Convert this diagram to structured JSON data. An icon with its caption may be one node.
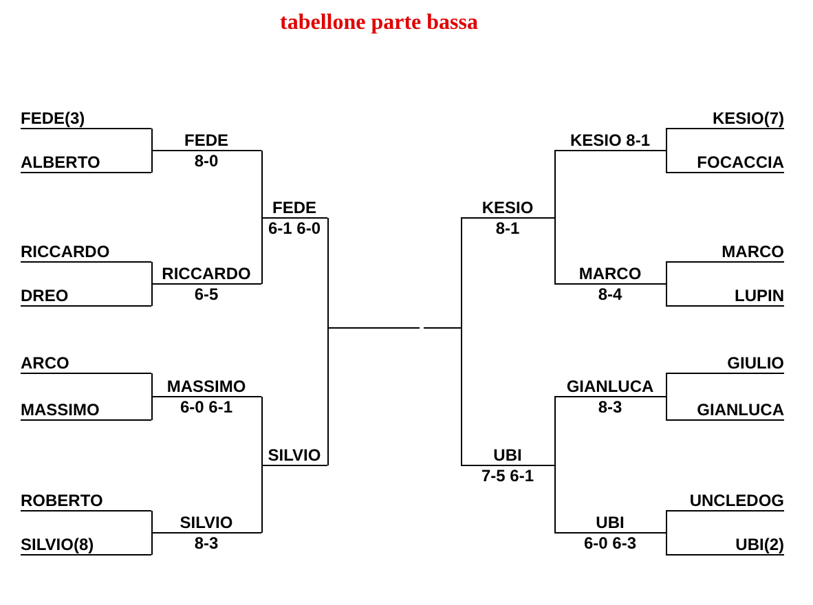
{
  "diagram": {
    "title": "tabellone parte bassa",
    "nodes": [
      {
        "text": [
          "FEDE(3)"
        ]
      },
      {
        "text": [
          "ALBERTO"
        ]
      },
      {
        "text": [
          "FEDE",
          "8-0"
        ]
      },
      {
        "text": [
          "RICCARDO"
        ]
      },
      {
        "text": [
          "DREO"
        ]
      },
      {
        "text": [
          "RICCARDO",
          "6-5"
        ]
      },
      {
        "text": [
          "FEDE",
          "6-1 6-0"
        ]
      },
      {
        "text": [
          "ARCO"
        ]
      },
      {
        "text": [
          "MASSIMO"
        ]
      },
      {
        "text": [
          "MASSIMO",
          "6-0 6-1"
        ]
      },
      {
        "text": [
          "ROBERTO"
        ]
      },
      {
        "text": [
          "SILVIO(8)"
        ]
      },
      {
        "text": [
          "SILVIO",
          "8-3"
        ]
      },
      {
        "text": [
          "SILVIO"
        ]
      },
      {
        "text": [],
        "shape": "bar"
      },
      {
        "text": [],
        "shape": "bar"
      },
      {
        "text": [
          "KESIO(7)"
        ]
      },
      {
        "text": [
          "FOCACCIA"
        ]
      },
      {
        "text": [
          "KESIO 8-1"
        ]
      },
      {
        "text": [
          "MARCO"
        ]
      },
      {
        "text": [
          "LUPIN"
        ]
      },
      {
        "text": [
          "MARCO",
          "8-4"
        ]
      },
      {
        "text": [
          "KESIO",
          "8-1"
        ]
      },
      {
        "text": [
          "GIULIO"
        ]
      },
      {
        "text": [
          "GIANLUCA"
        ]
      },
      {
        "text": [
          "GIANLUCA",
          "8-3"
        ]
      },
      {
        "text": [
          "UNCLEDOG"
        ]
      },
      {
        "text": [
          "UBI(2)"
        ]
      },
      {
        "text": [
          "UBI",
          "6-0 6-3"
        ]
      },
      {
        "text": [
          "UBI",
          "7-5 6-1"
        ]
      }
    ],
    "edges": [
      {
        "from": 0,
        "to": 2,
        "arrow": "none"
      },
      {
        "from": 1,
        "to": 2,
        "arrow": "none"
      },
      {
        "from": 3,
        "to": 5,
        "arrow": "none"
      },
      {
        "from": 4,
        "to": 5,
        "arrow": "none"
      },
      {
        "from": 2,
        "to": 6,
        "arrow": "none"
      },
      {
        "from": 5,
        "to": 6,
        "arrow": "none"
      },
      {
        "from": 7,
        "to": 9,
        "arrow": "none"
      },
      {
        "from": 8,
        "to": 9,
        "arrow": "none"
      },
      {
        "from": 10,
        "to": 12,
        "arrow": "none"
      },
      {
        "from": 11,
        "to": 12,
        "arrow": "none"
      },
      {
        "from": 9,
        "to": 13,
        "arrow": "none"
      },
      {
        "from": 12,
        "to": 13,
        "arrow": "none"
      },
      {
        "from": 6,
        "to": 14,
        "arrow": "none"
      },
      {
        "from": 13,
        "to": 14,
        "arrow": "none"
      },
      {
        "from": 16,
        "to": 18,
        "arrow": "none"
      },
      {
        "from": 17,
        "to": 18,
        "arrow": "none"
      },
      {
        "from": 19,
        "to": 21,
        "arrow": "none"
      },
      {
        "from": 20,
        "to": 21,
        "arrow": "none"
      },
      {
        "from": 18,
        "to": 22,
        "arrow": "none"
      },
      {
        "from": 21,
        "to": 22,
        "arrow": "none"
      },
      {
        "from": 23,
        "to": 25,
        "arrow": "none"
      },
      {
        "from": 24,
        "to": 25,
        "arrow": "none"
      },
      {
        "from": 26,
        "to": 28,
        "arrow": "none"
      },
      {
        "from": 27,
        "to": 28,
        "arrow": "none"
      },
      {
        "from": 25,
        "to": 29,
        "arrow": "none"
      },
      {
        "from": 28,
        "to": 29,
        "arrow": "none"
      },
      {
        "from": 22,
        "to": 15,
        "arrow": "none"
      },
      {
        "from": 29,
        "to": 15,
        "arrow": "none"
      }
    ]
  }
}
